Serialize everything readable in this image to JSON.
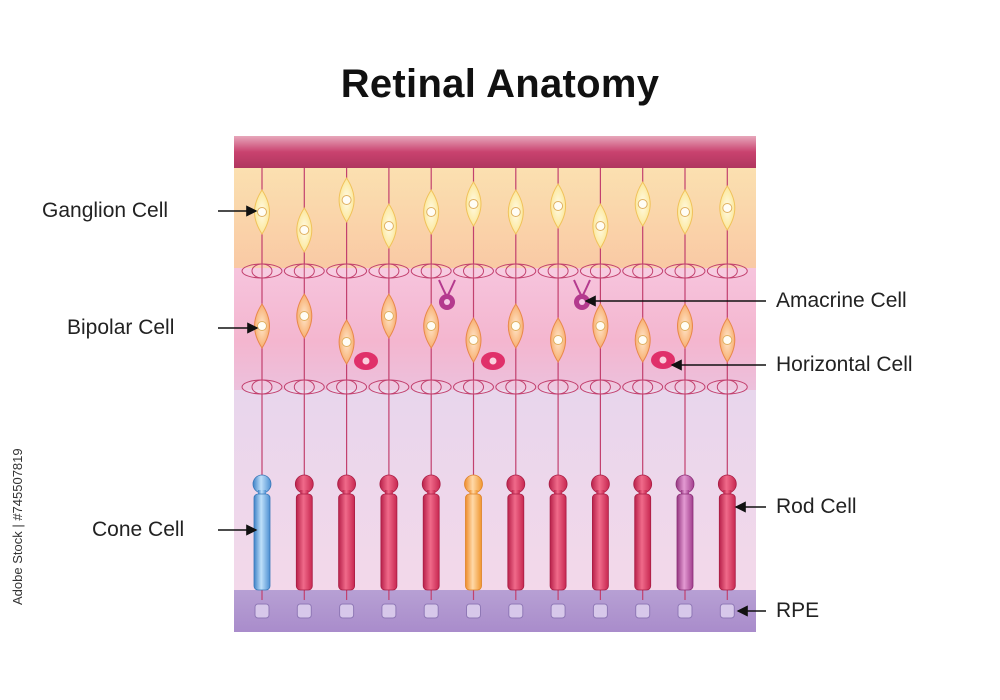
{
  "title": "Retinal Anatomy",
  "labels": {
    "ganglion": "Ganglion Cell",
    "bipolar": "Bipolar Cell",
    "cone": "Cone Cell",
    "amacrine": "Amacrine Cell",
    "horizontal": "Horizontal Cell",
    "rod": "Rod Cell",
    "rpe": "RPE"
  },
  "watermark": "Adobe Stock | #745507819",
  "colors": {
    "nerve_fiber": "#c2406e",
    "ganglion_band": "#fbd9a6",
    "bipolar_band": "#f5bcd8",
    "outer_band": "#e6d3ec",
    "rod": "#d8365e",
    "cone_blue": "#5c9fdc",
    "cone_orange": "#f4a44a",
    "cone_violet": "#b04ba2",
    "rpe": "#b89ad2",
    "horizontal": "#e0306a",
    "amacrine": "#b43a8e"
  },
  "photoreceptors": [
    "cone-blue",
    "rod",
    "rod",
    "rod",
    "rod",
    "cone-orange",
    "rod",
    "rod",
    "rod",
    "rod",
    "cone-violet",
    "rod"
  ]
}
